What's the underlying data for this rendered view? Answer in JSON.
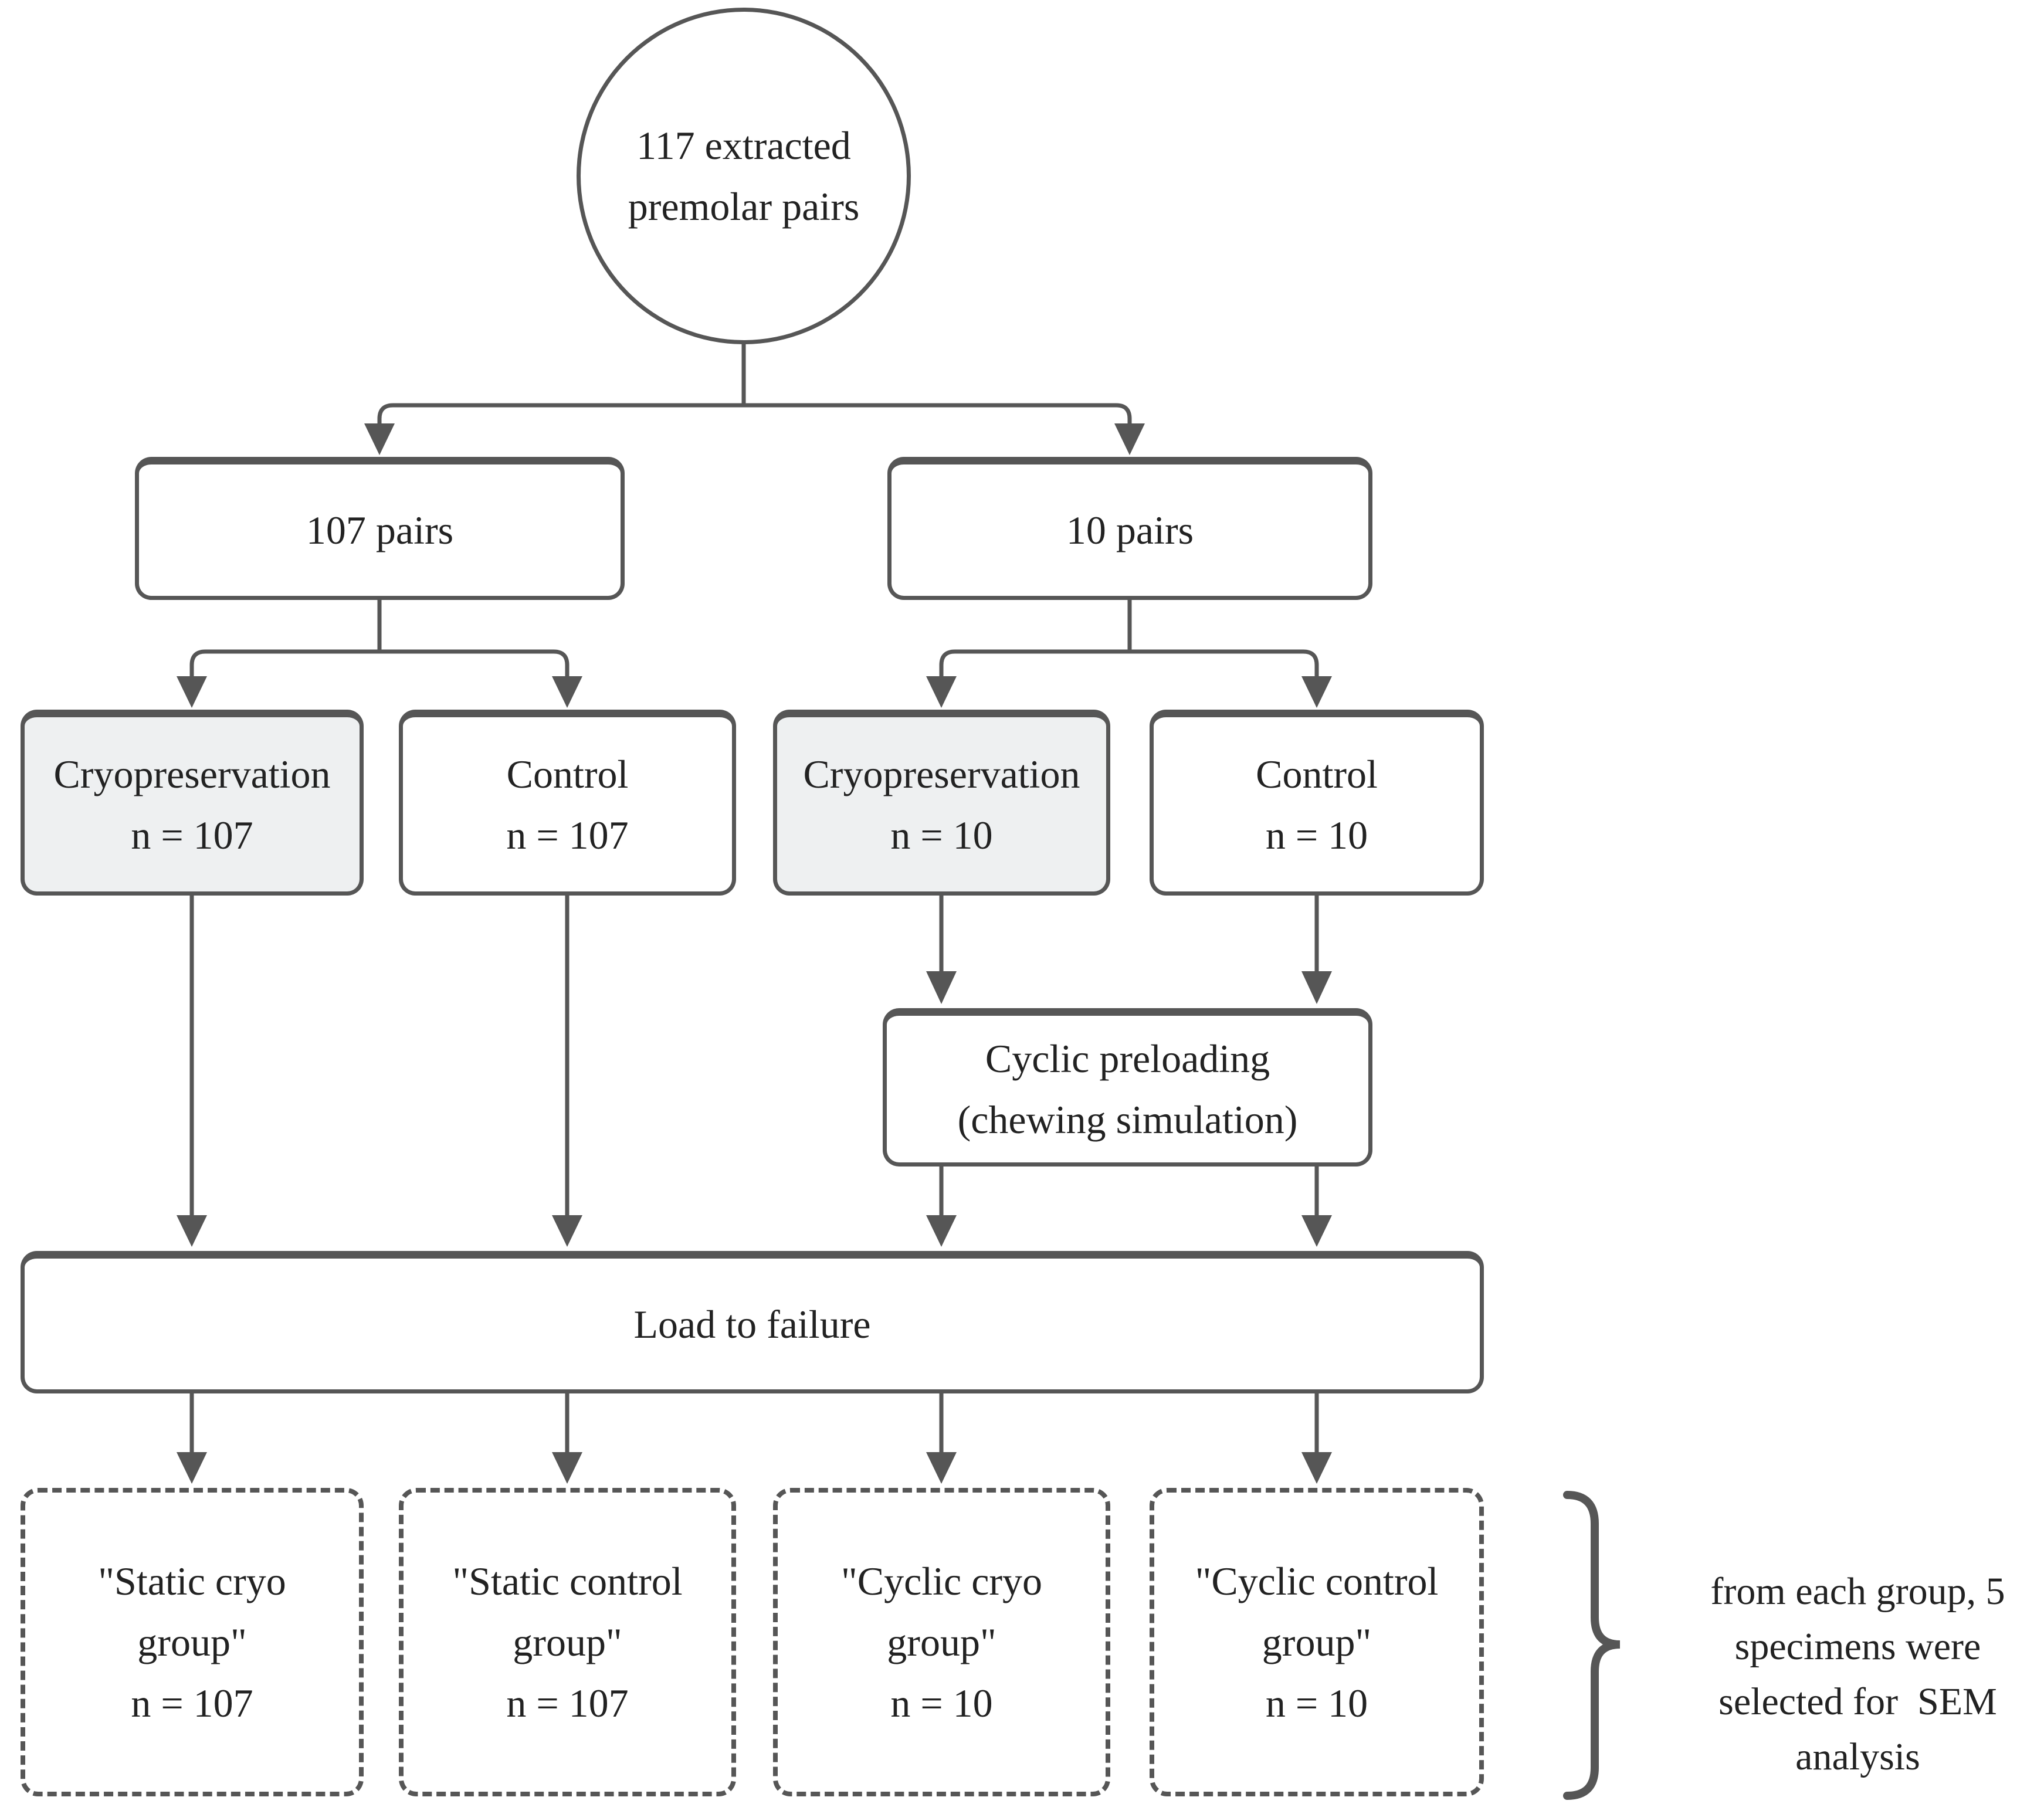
{
  "colors": {
    "line": "#565656",
    "text": "#222222",
    "box_fill": "#ffffff",
    "highlight_fill": "#eef0f1",
    "background": "#ffffff"
  },
  "diagram": {
    "root": {
      "lines": [
        "117 extracted",
        "premolar pairs"
      ]
    },
    "level2": [
      {
        "label": "107 pairs"
      },
      {
        "label": "10 pairs"
      }
    ],
    "level3": [
      {
        "lines": [
          "Cryopreservation",
          "n = 107"
        ],
        "highlighted": "true"
      },
      {
        "lines": [
          "Control",
          "n = 107"
        ],
        "highlighted": "false"
      },
      {
        "lines": [
          "Cryopreservation",
          "n = 10"
        ],
        "highlighted": "true"
      },
      {
        "lines": [
          "Control",
          "n = 10"
        ],
        "highlighted": "false"
      }
    ],
    "cyclic": {
      "lines": [
        "Cyclic preloading",
        "(chewing simulation)"
      ]
    },
    "load": {
      "label": "Load to failure"
    },
    "groups": [
      {
        "lines": [
          "\"Static cryo",
          "group\"",
          "n = 107"
        ]
      },
      {
        "lines": [
          "\"Static control",
          "group\"",
          "n = 107"
        ]
      },
      {
        "lines": [
          "\"Cyclic cryo",
          "group\"",
          "n = 10"
        ]
      },
      {
        "lines": [
          "\"Cyclic control",
          "group\"",
          "n = 10"
        ]
      }
    ],
    "side_note": {
      "lines": [
        "from each group, 5",
        "specimens were",
        "selected for  SEM",
        "analysis"
      ]
    }
  }
}
